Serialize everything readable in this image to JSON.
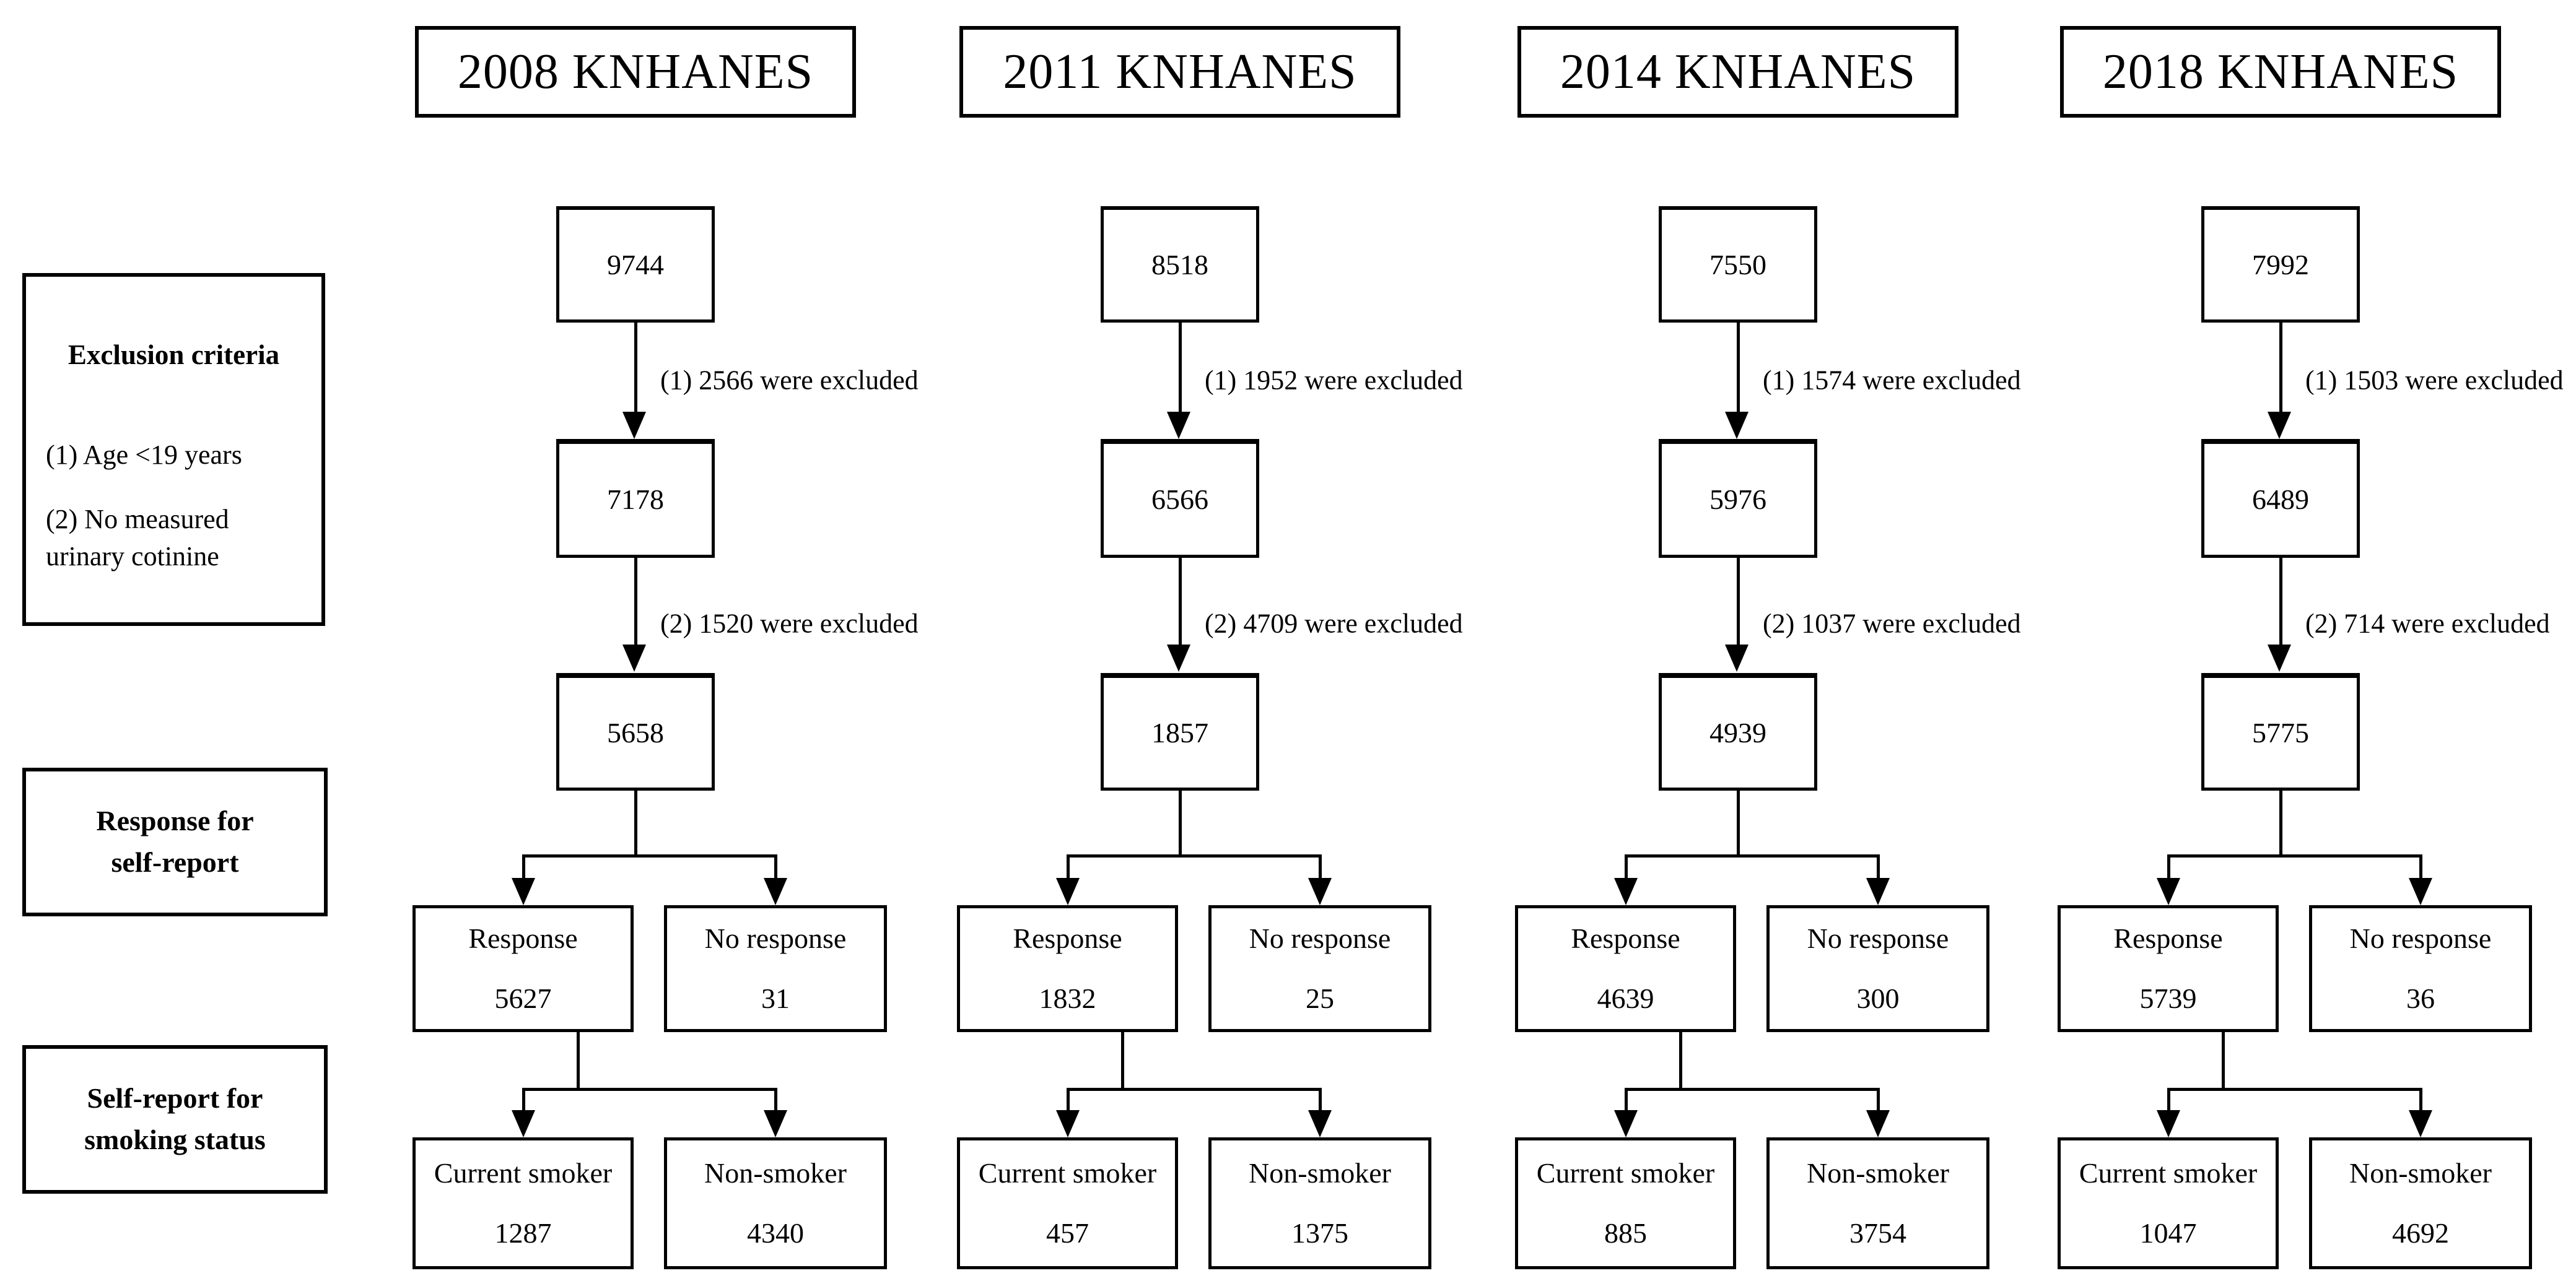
{
  "sidebar": {
    "exclusion_title": "Exclusion criteria",
    "exclusion_item1": "(1)  Age <19 years",
    "exclusion_item2": "(2)  No measured\nurinary cotinine",
    "response_label": "Response for\nself-report",
    "smoking_label": "Self-report for\nsmoking status"
  },
  "columns": [
    {
      "header": "2008 KNHANES",
      "initial_n": "9744",
      "exclusion1": "(1) 2566 were excluded",
      "after_exclusion1_n": "7178",
      "exclusion2": "(2) 1520 were excluded",
      "after_exclusion2_n": "5658",
      "response": {
        "label": "Response",
        "n": "5627"
      },
      "no_response": {
        "label": "No response",
        "n": "31"
      },
      "current_smoker": {
        "label": "Current smoker",
        "n": "1287"
      },
      "non_smoker": {
        "label": "Non-smoker",
        "n": "4340"
      }
    },
    {
      "header": "2011 KNHANES",
      "initial_n": "8518",
      "exclusion1": "(1) 1952 were excluded",
      "after_exclusion1_n": "6566",
      "exclusion2": "(2) 4709 were excluded",
      "after_exclusion2_n": "1857",
      "response": {
        "label": "Response",
        "n": "1832"
      },
      "no_response": {
        "label": "No response",
        "n": "25"
      },
      "current_smoker": {
        "label": "Current smoker",
        "n": "457"
      },
      "non_smoker": {
        "label": "Non-smoker",
        "n": "1375"
      }
    },
    {
      "header": "2014 KNHANES",
      "initial_n": "7550",
      "exclusion1": "(1) 1574 were excluded",
      "after_exclusion1_n": "5976",
      "exclusion2": "(2) 1037 were excluded",
      "after_exclusion2_n": "4939",
      "response": {
        "label": "Response",
        "n": "4639"
      },
      "no_response": {
        "label": "No response",
        "n": "300"
      },
      "current_smoker": {
        "label": "Current smoker",
        "n": "885"
      },
      "non_smoker": {
        "label": "Non-smoker",
        "n": "3754"
      }
    },
    {
      "header": "2018 KNHANES",
      "initial_n": "7992",
      "exclusion1": "(1) 1503 were excluded",
      "after_exclusion1_n": "6489",
      "exclusion2": "(2) 714 were excluded",
      "after_exclusion2_n": "5775",
      "response": {
        "label": "Response",
        "n": "5739"
      },
      "no_response": {
        "label": "No response",
        "n": "36"
      },
      "current_smoker": {
        "label": "Current smoker",
        "n": "1047"
      },
      "non_smoker": {
        "label": "Non-smoker",
        "n": "4692"
      }
    }
  ]
}
